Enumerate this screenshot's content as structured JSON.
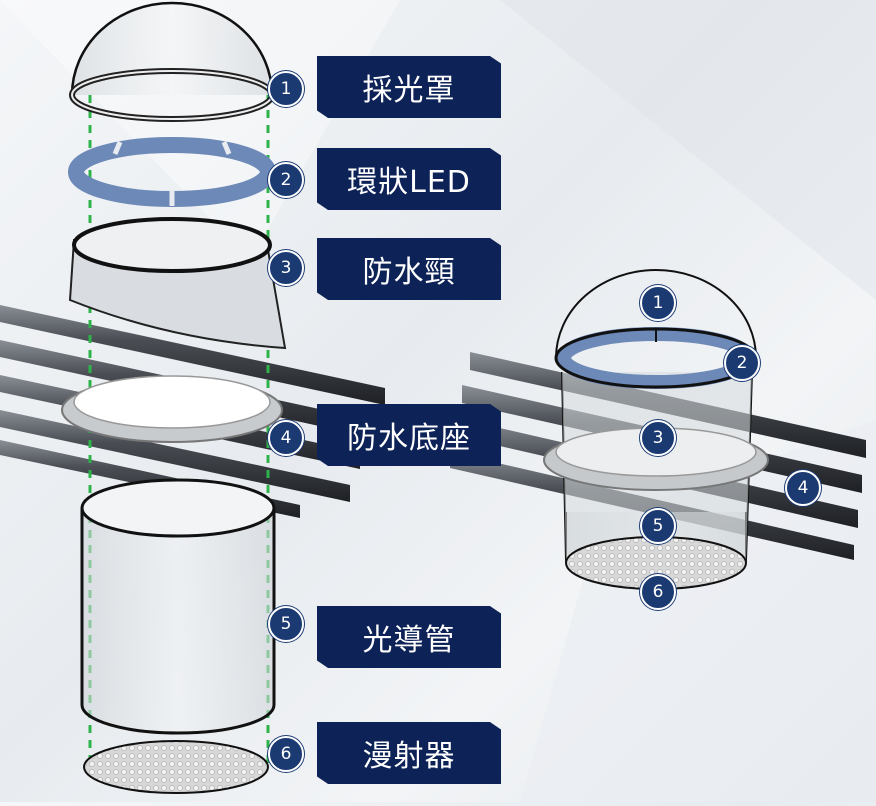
{
  "colors": {
    "label_bg": "#0d2257",
    "badge_bg": "#1b3a72",
    "guide_line": "#2db34a",
    "led_ring": "#6d89b8",
    "pipe": "#3a3d42"
  },
  "exploded_labels": [
    {
      "num": "1",
      "text": "採光罩"
    },
    {
      "num": "2",
      "text": "環狀LED"
    },
    {
      "num": "3",
      "text": "防水頸"
    },
    {
      "num": "4",
      "text": "防水底座"
    },
    {
      "num": "5",
      "text": "光導管"
    },
    {
      "num": "6",
      "text": "漫射器"
    }
  ],
  "assembled_badges": [
    "1",
    "2",
    "3",
    "4",
    "5",
    "6"
  ]
}
